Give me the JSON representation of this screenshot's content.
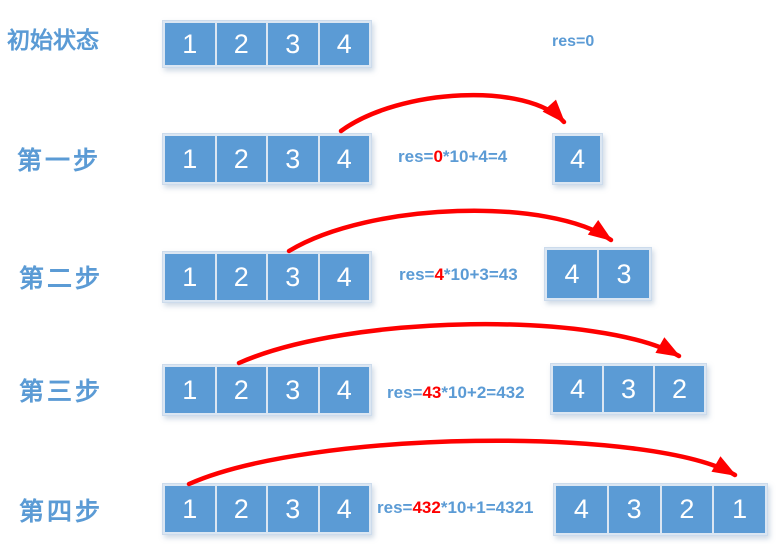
{
  "colors": {
    "accent_blue": "#5B9BD5",
    "highlight_red": "#FE0000",
    "cell_text": "#FFFFFF",
    "array_border": "#DBE6F2"
  },
  "rows": [
    {
      "label": "初始状态",
      "array": [
        "1",
        "2",
        "3",
        "4"
      ],
      "formula": {
        "pre": "res=0",
        "red": "",
        "post": ""
      },
      "result": []
    },
    {
      "label": "第一步",
      "array": [
        "1",
        "2",
        "3",
        "4"
      ],
      "formula": {
        "pre": "res=",
        "red": "0",
        "post": "*10+4=4"
      },
      "result": [
        "4"
      ]
    },
    {
      "label": "第二步",
      "array": [
        "1",
        "2",
        "3",
        "4"
      ],
      "formula": {
        "pre": "res=",
        "red": "4",
        "post": "*10+3=43"
      },
      "result": [
        "4",
        "3"
      ]
    },
    {
      "label": "第三步",
      "array": [
        "1",
        "2",
        "3",
        "4"
      ],
      "formula": {
        "pre": "res=",
        "red": "43",
        "post": "*10+2=432"
      },
      "result": [
        "4",
        "3",
        "2"
      ]
    },
    {
      "label": "第四步",
      "array": [
        "1",
        "2",
        "3",
        "4"
      ],
      "formula": {
        "pre": "res=",
        "red": "432",
        "post": "*10+1=4321"
      },
      "result": [
        "4",
        "3",
        "2",
        "1"
      ]
    }
  ]
}
